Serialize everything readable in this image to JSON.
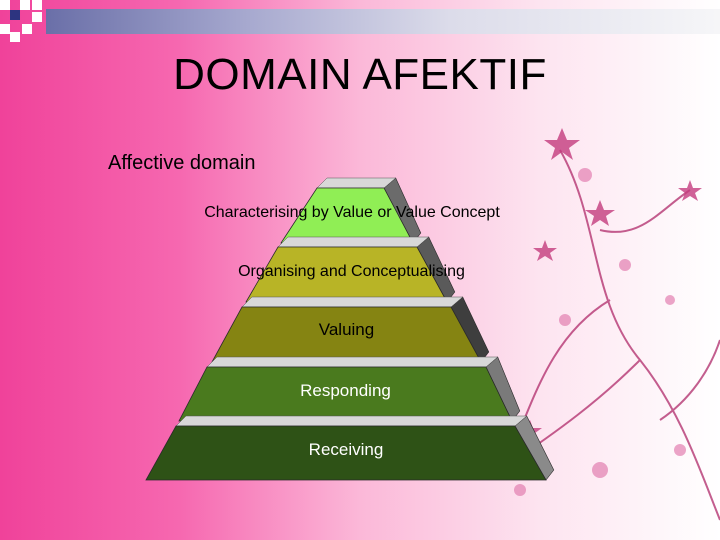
{
  "slide": {
    "title": "DOMAIN AFEKTIF",
    "subtitle": "Affective domain"
  },
  "pyramid": {
    "levels": [
      {
        "label": "Characterising by Value or Value Concept",
        "face": "#90ee55",
        "side": "#6b6b6b",
        "text_color": "#000000"
      },
      {
        "label": "Organising and Conceptualising",
        "face": "#b8b426",
        "side": "#5a5a5a",
        "text_color": "#000000"
      },
      {
        "label": "Valuing",
        "face": "#858412",
        "side": "#3e3e3e",
        "text_color": "#000000"
      },
      {
        "label": "Responding",
        "face": "#4a7a1e",
        "side": "#7a7a7a",
        "text_color": "#ffffff"
      },
      {
        "label": "Receiving",
        "face": "#2e5216",
        "side": "#8a8a8a",
        "text_color": "#ffffff"
      }
    ]
  },
  "colors": {
    "background_left": "#f0429a",
    "background_right": "#ffffff",
    "corner_squares": "#2d3480"
  },
  "decoration": {
    "icon": "flower-vine-icon",
    "corner": "corner-squares-icon"
  }
}
